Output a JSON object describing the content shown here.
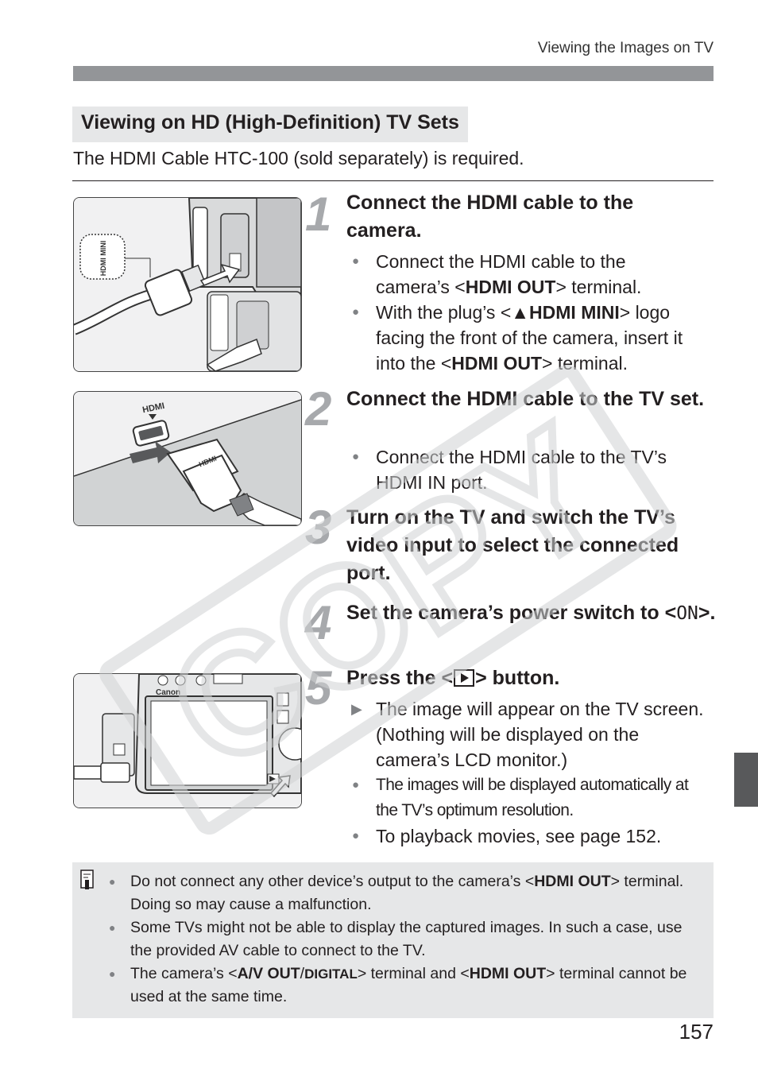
{
  "header": {
    "running_head": "Viewing the Images on TV"
  },
  "section": {
    "title": "Viewing on HD (High-Definition) TV Sets",
    "intro": "The HDMI Cable HTC-100 (sold separately) is required."
  },
  "steps": [
    {
      "num": "1",
      "title": "Connect the HDMI cable to the camera.",
      "bullets": [
        {
          "pre": "Connect the HDMI cable to the camera’s <",
          "token": "HDMI OUT",
          "post": "> terminal."
        },
        {
          "pre": "With the plug’s <",
          "token": "▲HDMI MINI",
          "post": "> logo facing the front of the camera, insert it into the <",
          "token2": "HDMI OUT",
          "post2": "> terminal."
        }
      ]
    },
    {
      "num": "2",
      "title": "Connect the HDMI cable to the TV set.",
      "bullets": [
        {
          "text": "Connect the HDMI cable to the TV’s HDMI IN port."
        }
      ]
    },
    {
      "num": "3",
      "title": "Turn on the TV and switch the TV’s video input to select the connected port."
    },
    {
      "num": "4",
      "title_pre": "Set the camera’s power switch to <",
      "title_token": "ON",
      "title_post": ">."
    },
    {
      "num": "5",
      "title_pre": "Press the <",
      "title_post": "> button.",
      "icon": "playback-icon",
      "bullets": [
        {
          "text": "The image will appear on the TV screen. (Nothing will be displayed on the camera’s LCD monitor.)"
        },
        {
          "text": "The images will be displayed automatically at the TV’s optimum resolution."
        },
        {
          "text": "To playback movies, see page 152."
        }
      ]
    }
  ],
  "notes": [
    {
      "pre": "Do not connect any other device’s output to the camera’s <",
      "token": "HDMI OUT",
      "post": "> terminal. Doing so may cause a malfunction."
    },
    {
      "text": "Some TVs might not be able to display the captured images. In such a case, use the provided AV cable to connect to the TV."
    },
    {
      "pre": "The camera’s <",
      "token": "A/V OUT",
      "sep": "/",
      "token_b": "DIGITAL",
      "mid": "> terminal and <",
      "token2": "HDMI OUT",
      "post": "> terminal cannot be used at the same time."
    }
  ],
  "illustrations": {
    "fig1_label": "HDMI MINI",
    "fig2_label": "HDMI",
    "fig2_plug_label": "HDMI",
    "fig5_brand": "Canon"
  },
  "page_number": "157",
  "watermark": "COPY",
  "colors": {
    "gray_bar": "#939598",
    "title_bg": "#e6e7e8",
    "step_num": "#a7a9ac",
    "watermark": "#d1d3d4"
  }
}
